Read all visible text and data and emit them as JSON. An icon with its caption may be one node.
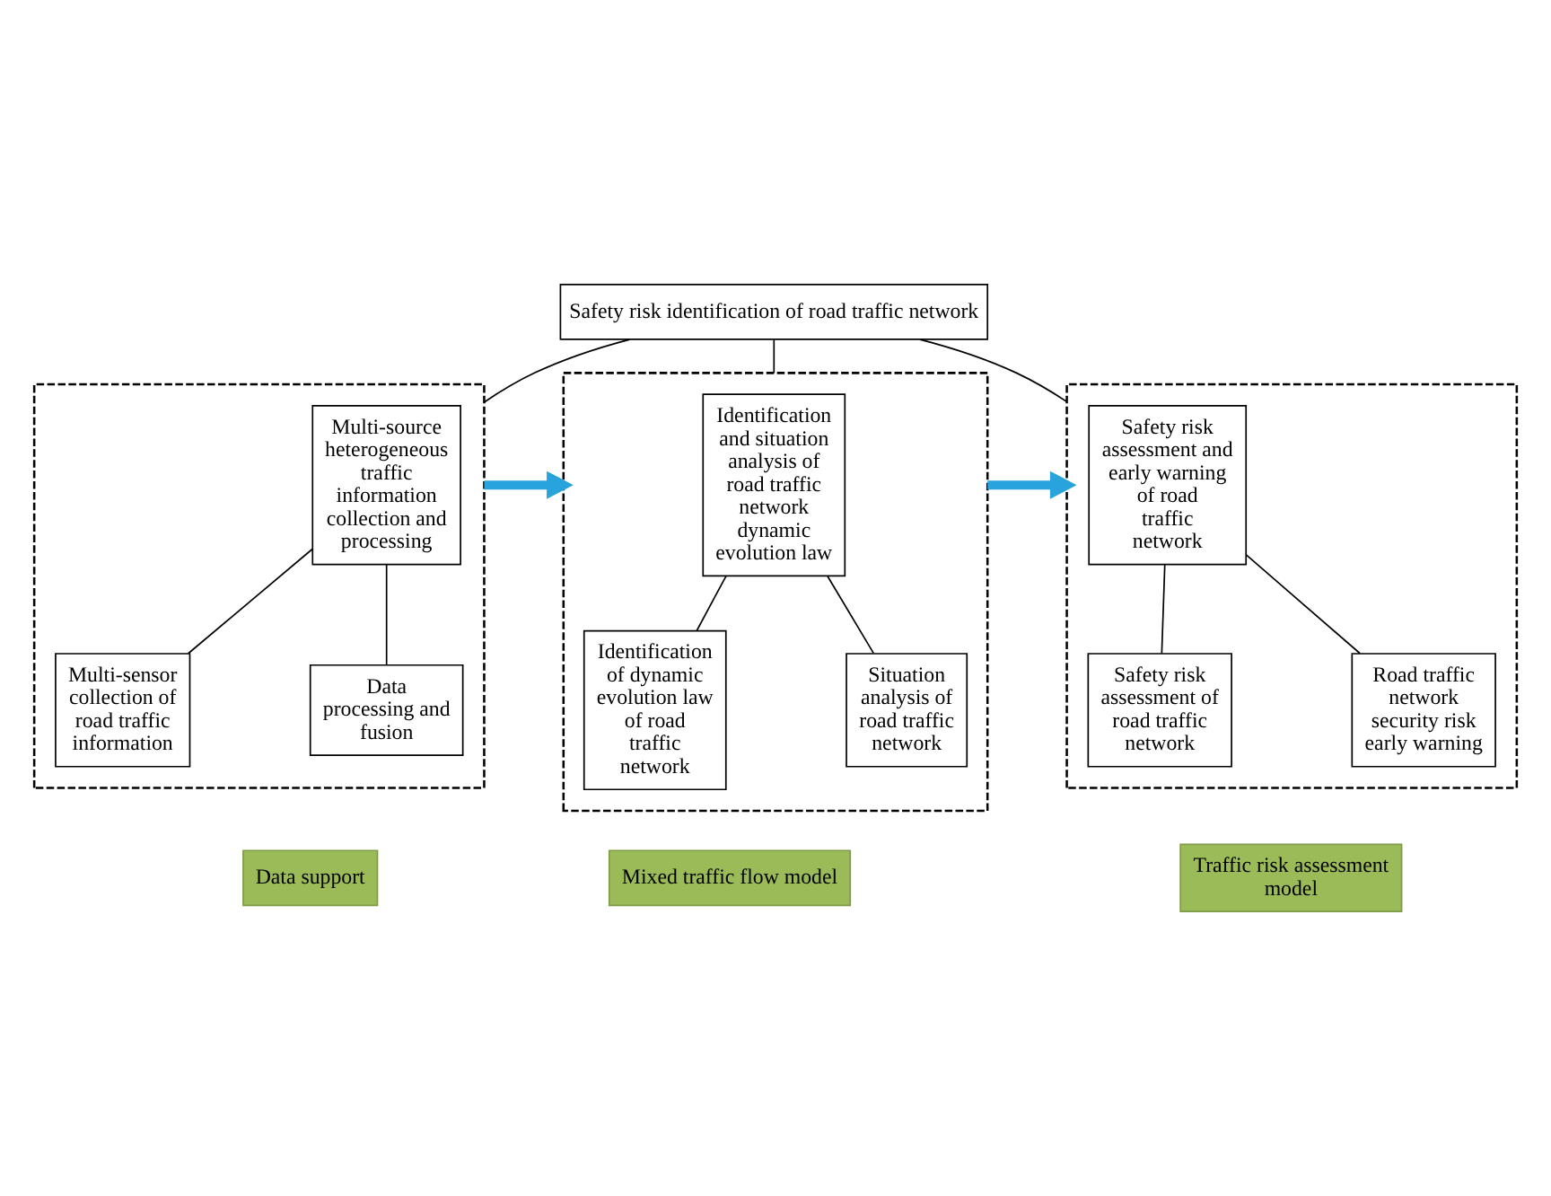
{
  "diagram": {
    "nodes": [
      {
        "text": [
          "Safety risk identification of road traffic network"
        ]
      },
      {
        "text": [],
        "shape": "box"
      },
      {
        "text": [
          "Multi-source heterogeneous traffic information collection and processing"
        ],
        "in": 1
      },
      {
        "text": [
          "Multi-sensor collection of road traffic information"
        ],
        "in": 1
      },
      {
        "text": [
          "Data processing and fusion"
        ],
        "in": 1
      },
      {
        "text": [],
        "shape": "box"
      },
      {
        "text": [
          "Identification and situation analysis of road traffic network dynamic evolution law"
        ],
        "in": 5
      },
      {
        "text": [
          "Identification of dynamic evolution law of road traffic network"
        ],
        "in": 5
      },
      {
        "text": [
          "Situation analysis of road traffic network"
        ],
        "in": 5
      },
      {
        "text": [],
        "shape": "box"
      },
      {
        "text": [
          "Safety risk assessment and early warning of road traffic network"
        ],
        "in": 9
      },
      {
        "text": [
          "Safety risk assessment of road traffic network"
        ],
        "in": 9
      },
      {
        "text": [
          "Road traffic network security risk early warning"
        ],
        "in": 9
      },
      {
        "text": [
          "Data support"
        ]
      },
      {
        "text": [
          "Mixed traffic flow model"
        ]
      },
      {
        "text": [
          "Traffic risk assessment model"
        ]
      }
    ],
    "edges": [
      {
        "from": 0,
        "to": 1,
        "arrow": "none"
      },
      {
        "from": 0,
        "to": 5,
        "arrow": "none"
      },
      {
        "from": 0,
        "to": 9,
        "arrow": "none"
      },
      {
        "from": 2,
        "to": 3,
        "arrow": "none"
      },
      {
        "from": 2,
        "to": 4,
        "arrow": "none"
      },
      {
        "from": 6,
        "to": 7,
        "arrow": "none"
      },
      {
        "from": 6,
        "to": 8,
        "arrow": "none"
      },
      {
        "from": 10,
        "to": 11,
        "arrow": "none"
      },
      {
        "from": 10,
        "to": 12,
        "arrow": "none"
      },
      {
        "from": 1,
        "to": 5,
        "arrow": "to",
        "style": "thick",
        "color": "#29a3dc"
      },
      {
        "from": 5,
        "to": 9,
        "arrow": "to",
        "style": "thick",
        "color": "#29a3dc"
      }
    ]
  }
}
